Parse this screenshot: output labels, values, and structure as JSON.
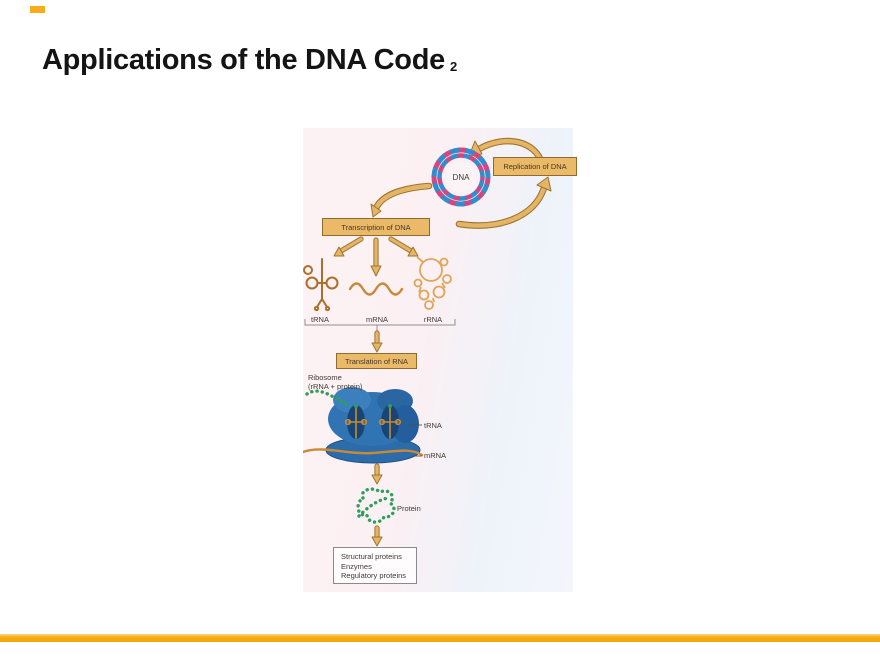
{
  "slide": {
    "title": "Applications of the DNA Code",
    "title_suffix": "2"
  },
  "figure": {
    "dna_label": "DNA",
    "replication_box": "Replication of DNA",
    "transcription_box": "Transcription of DNA",
    "translation_box": "Translation of RNA",
    "trna_label": "tRNA",
    "mrna_label": "mRNA",
    "rrna_label": "rRNA",
    "ribosome_label_line1": "Ribosome",
    "ribosome_label_line2": "(rRNA + protein)",
    "ribosome_trna_callout": "tRNA",
    "ribosome_mrna_callout": "mRNA",
    "protein_label": "Protein",
    "outputs": [
      "Structural proteins",
      "Enzymes",
      "Regulatory proteins"
    ]
  },
  "colors": {
    "accent_gold": "#F7AD19",
    "flow_box_fill": "#EBBA68",
    "flow_box_border": "#8F6B2F",
    "arrow_fill": "#E5B567",
    "arrow_outline": "#9E742E",
    "dna_pink": "#D6457F",
    "dna_blue": "#338CCB",
    "rna_orange": "#AE6E2B",
    "ribosome_blue": "#3174B3",
    "protein_green": "#2E9E5B"
  }
}
